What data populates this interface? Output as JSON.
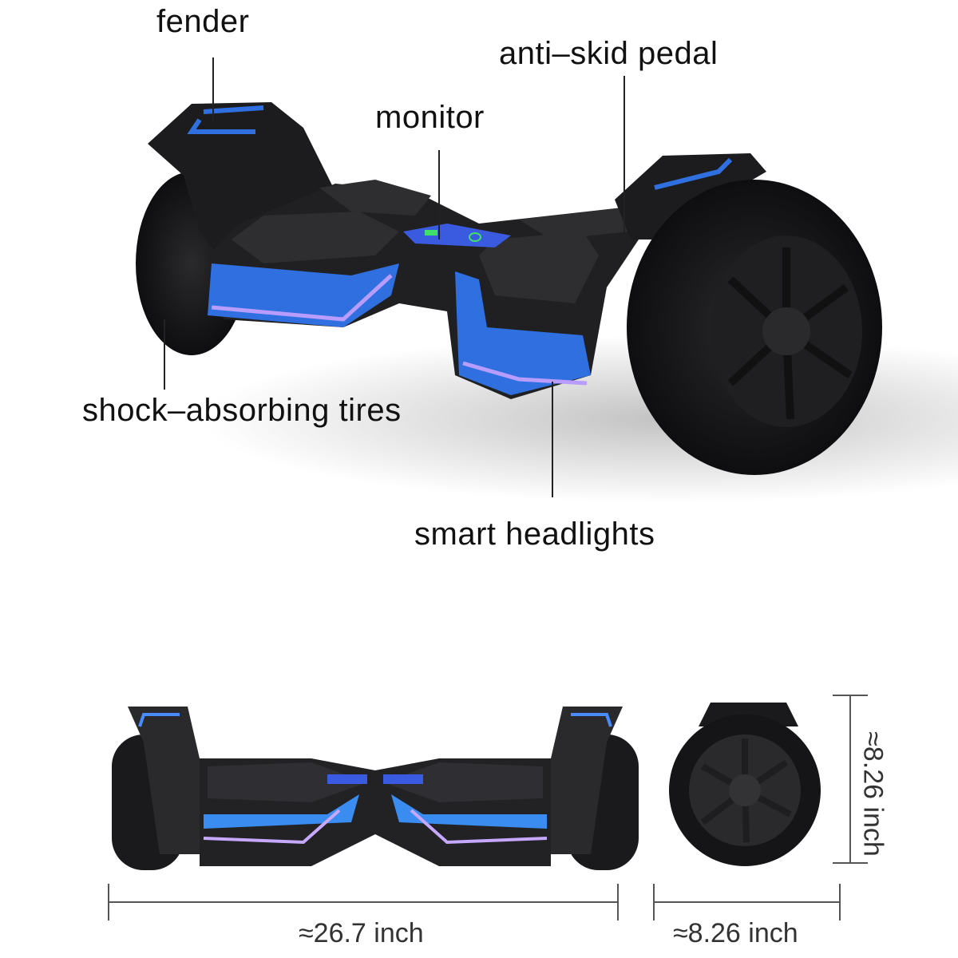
{
  "callouts": {
    "fender": "fender",
    "anti_skid_pedal": "anti–skid pedal",
    "monitor": "monitor",
    "shock_absorbing_tires": "shock–absorbing tires",
    "smart_headlights": "smart headlights"
  },
  "dimensions": {
    "length": "≈26.7 inch",
    "width": "≈8.26 inch",
    "height": "≈8.26 inch"
  },
  "colors": {
    "accent_blue": "#2f6fe0",
    "glow_purple": "#b89cff",
    "body_black": "#1a1a1c",
    "monitor_green": "#3ee06a"
  }
}
